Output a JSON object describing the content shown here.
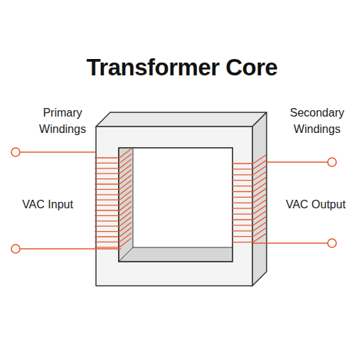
{
  "diagram": {
    "title": "Transformer Core",
    "labels": [
      "Primary Windings",
      "VAC Input",
      "Secondary Windings",
      "VAC Output"
    ]
  }
}
